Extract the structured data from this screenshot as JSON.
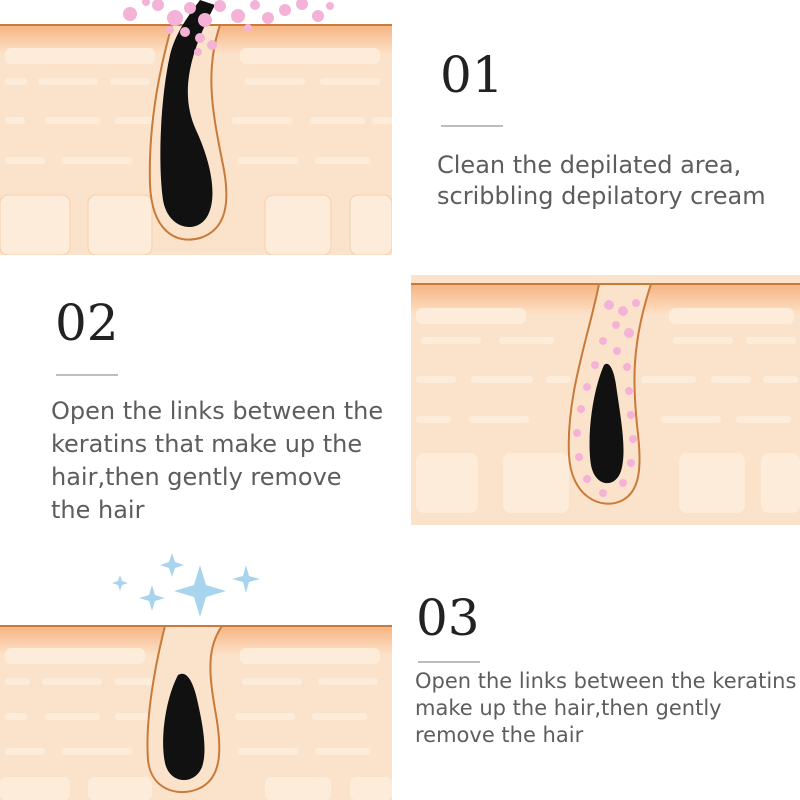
{
  "steps": [
    {
      "number": "01",
      "lines": [
        "Clean the depilated area,",
        "scribbling depilatory cream"
      ]
    },
    {
      "number": "02",
      "lines": [
        "Open the links between the",
        "keratins that make up the",
        "hair,then gently remove",
        "the hair"
      ]
    },
    {
      "number": "03",
      "lines": [
        "Open the links between the keratins t",
        "make up the hair,then gently",
        "remove the hair"
      ]
    }
  ],
  "colors": {
    "skin": "#fbe3cb",
    "skin_band": "#f7c8a0",
    "skin_cell": "#fde6cf",
    "skin_outline": "#c87a3a",
    "hair": "#111111",
    "cream": "#f4b3d6",
    "sparkle": "#a8d4ee"
  },
  "icons": [
    "cream-bubbles-icon",
    "hair-follicle-icon",
    "sparkle-icon"
  ]
}
